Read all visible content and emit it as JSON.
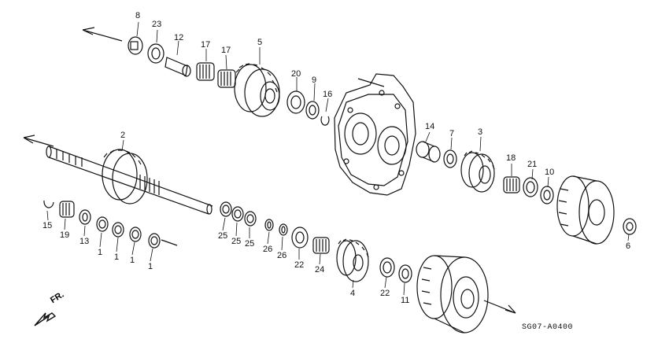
{
  "diagram": {
    "code": "SG07-A0400",
    "direction_label": "FR.",
    "callouts": [
      "8",
      "23",
      "12",
      "17",
      "17",
      "5",
      "20",
      "9",
      "16",
      "14",
      "7",
      "3",
      "2",
      "18",
      "21",
      "10",
      "15",
      "19",
      "13",
      "1",
      "1",
      "1",
      "1",
      "25",
      "25",
      "25",
      "26",
      "26",
      "22",
      "24",
      "4",
      "22",
      "11",
      "6"
    ]
  }
}
